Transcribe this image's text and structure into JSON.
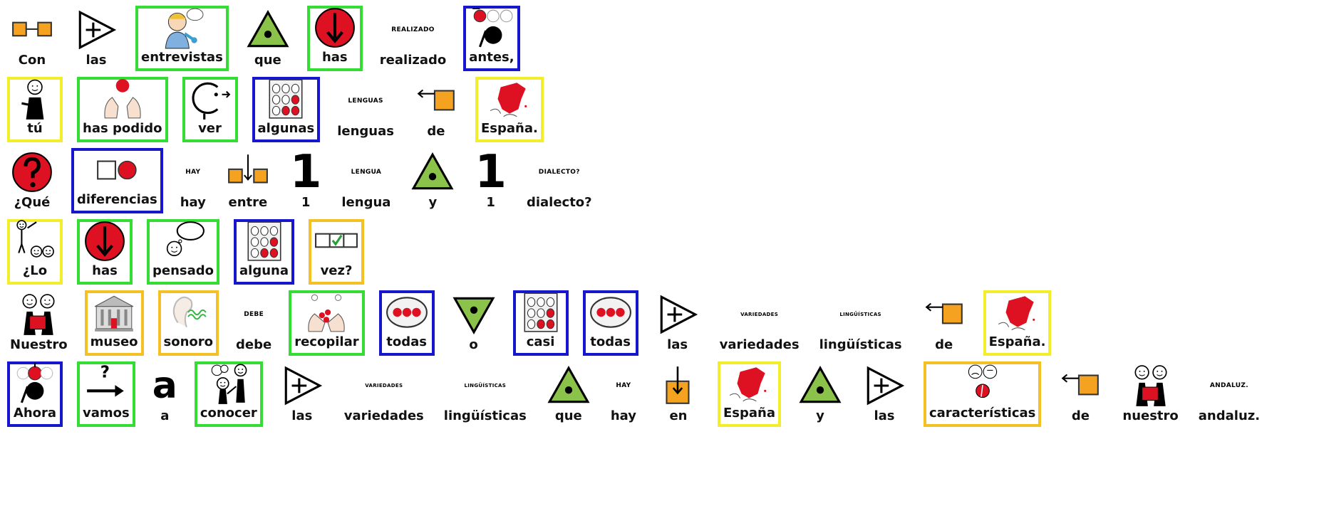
{
  "colors": {
    "green": "#33dd33",
    "blue": "#1616cc",
    "yellow": "#f3ee2a",
    "orange": "#f5c024",
    "red": "#dd1122",
    "tri": "#8bc34a",
    "sq": "#f4a21f"
  },
  "rows": [
    [
      {
        "word": "Con",
        "icon": "two-squares-link-icon"
      },
      {
        "word": "las",
        "icon": "plus-triangle-icon"
      },
      {
        "word": "entrevistas",
        "icon": "interview-person-icon",
        "frame": "green"
      },
      {
        "word": "que",
        "icon": "green-triangle-dot-icon"
      },
      {
        "word": "has",
        "icon": "down-arrow-red-circle-icon",
        "frame": "green"
      },
      {
        "word": "realizado",
        "icon": "text-icon",
        "caption": "REALIZADO"
      },
      {
        "word": "antes,",
        "icon": "past-clock-icon",
        "frame": "blue"
      }
    ],
    [
      {
        "word": "tú",
        "icon": "you-person-icon",
        "frame": "yellow"
      },
      {
        "word": "has podido",
        "icon": "hands-ball-icon",
        "frame": "green"
      },
      {
        "word": "ver",
        "icon": "see-head-icon",
        "frame": "green"
      },
      {
        "word": "algunas",
        "icon": "some-dots-grid-icon",
        "frame": "blue"
      },
      {
        "word": "lenguas",
        "icon": "text-icon",
        "caption": "LENGUAS"
      },
      {
        "word": "de",
        "icon": "arrow-square-of-icon"
      },
      {
        "word": "España.",
        "icon": "spain-map-icon",
        "frame": "yellow"
      }
    ],
    [
      {
        "word": "¿Qué",
        "icon": "question-red-circle-icon"
      },
      {
        "word": "diferencias",
        "icon": "square-circle-difference-icon",
        "frame": "blue"
      },
      {
        "word": "hay",
        "icon": "text-icon",
        "caption": "HAY"
      },
      {
        "word": "entre",
        "icon": "between-squares-icon"
      },
      {
        "word": "1",
        "icon": "number-one-icon"
      },
      {
        "word": "lengua",
        "icon": "text-icon",
        "caption": "LENGUA"
      },
      {
        "word": "y",
        "icon": "green-triangle-dot-icon"
      },
      {
        "word": "1",
        "icon": "number-one-icon"
      },
      {
        "word": "dialecto?",
        "icon": "text-icon",
        "caption": "DIALECTO?"
      }
    ],
    [
      {
        "word": "¿Lo",
        "icon": "person-arrow-group-icon",
        "frame": "yellow"
      },
      {
        "word": "has",
        "icon": "down-arrow-red-circle-icon",
        "frame": "green"
      },
      {
        "word": "pensado",
        "icon": "thinking-bubble-icon",
        "frame": "green"
      },
      {
        "word": "alguna",
        "icon": "some-dots-grid-icon",
        "frame": "blue"
      },
      {
        "word": "vez?",
        "icon": "checkbox-row-icon",
        "frame": "orange"
      }
    ],
    [
      {
        "word": "Nuestro",
        "icon": "two-people-icon"
      },
      {
        "word": "museo",
        "icon": "museum-building-icon",
        "frame": "orange"
      },
      {
        "word": "sonoro",
        "icon": "ear-sound-icon",
        "frame": "orange"
      },
      {
        "word": "debe",
        "icon": "text-icon",
        "caption": "DEBE"
      },
      {
        "word": "recopilar",
        "icon": "collect-hands-icon",
        "frame": "green"
      },
      {
        "word": "todas",
        "icon": "all-dots-oval-icon",
        "frame": "blue"
      },
      {
        "word": "o",
        "icon": "inverted-triangle-dot-icon"
      },
      {
        "word": "casi",
        "icon": "some-dots-grid-icon",
        "frame": "blue"
      },
      {
        "word": "todas",
        "icon": "all-dots-oval-icon",
        "frame": "blue"
      },
      {
        "word": "las",
        "icon": "plus-triangle-icon"
      },
      {
        "word": "variedades",
        "icon": "text-icon",
        "caption": "VARIEDADES",
        "small": true
      },
      {
        "word": "lingüísticas",
        "icon": "text-icon",
        "caption": "LINGÜÍSTICAS",
        "small": true
      },
      {
        "word": "de",
        "icon": "arrow-square-of-icon"
      },
      {
        "word": "España.",
        "icon": "spain-map-icon",
        "frame": "yellow"
      }
    ],
    [
      {
        "word": "Ahora",
        "icon": "now-person-clock-icon",
        "frame": "blue"
      },
      {
        "word": "vamos",
        "icon": "question-arrow-go-icon",
        "frame": "green"
      },
      {
        "word": "a",
        "icon": "letter-a-icon"
      },
      {
        "word": "conocer",
        "icon": "know-people-icon",
        "frame": "green"
      },
      {
        "word": "las",
        "icon": "plus-triangle-icon"
      },
      {
        "word": "variedades",
        "icon": "text-icon",
        "caption": "VARIEDADES",
        "small": true
      },
      {
        "word": "lingüísticas",
        "icon": "text-icon",
        "caption": "LINGÜÍSTICAS",
        "small": true
      },
      {
        "word": "que",
        "icon": "green-triangle-dot-icon"
      },
      {
        "word": "hay",
        "icon": "text-icon",
        "caption": "HAY"
      },
      {
        "word": "en",
        "icon": "in-square-arrow-icon"
      },
      {
        "word": "España",
        "icon": "spain-map-icon",
        "frame": "yellow"
      },
      {
        "word": "y",
        "icon": "green-triangle-dot-icon"
      },
      {
        "word": "las",
        "icon": "plus-triangle-icon"
      },
      {
        "word": "características",
        "icon": "characteristics-faces-icon",
        "frame": "orange"
      },
      {
        "word": "de",
        "icon": "arrow-square-of-icon"
      },
      {
        "word": "nuestro",
        "icon": "two-people-icon"
      },
      {
        "word": "andaluz.",
        "icon": "text-icon",
        "caption": "ANDALUZ."
      }
    ]
  ]
}
